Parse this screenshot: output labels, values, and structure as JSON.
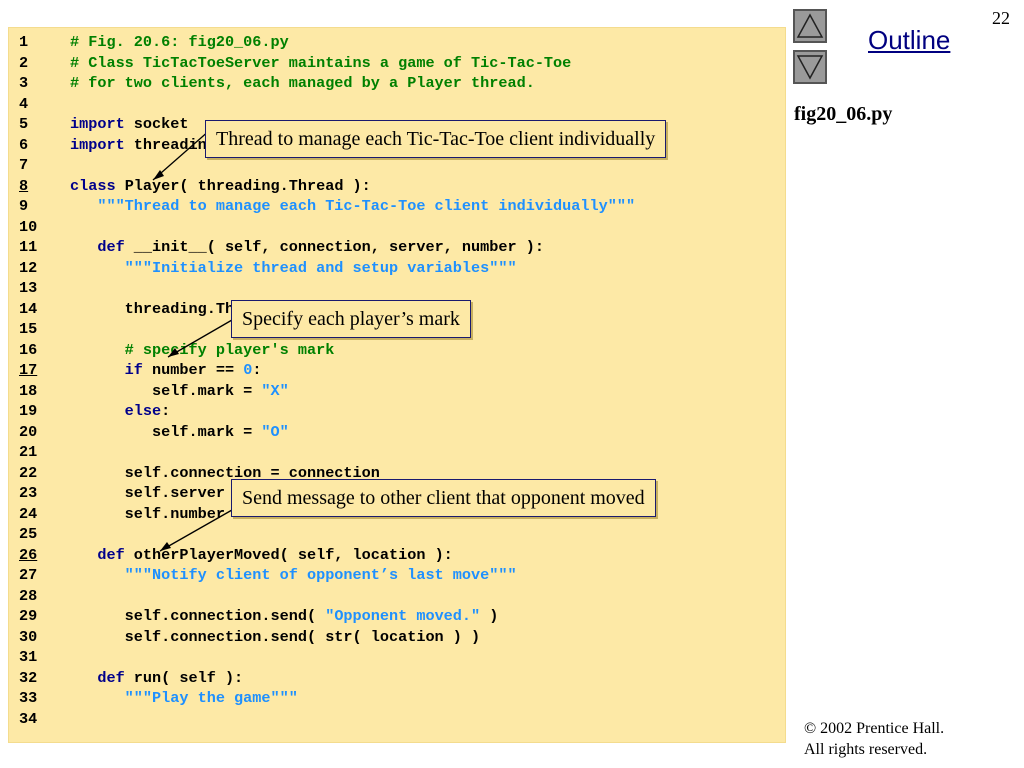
{
  "slide": {
    "page_number": "22",
    "outline_label": "Outline",
    "file_name": "fig20_06.py",
    "copyright_line1": "© 2002 Prentice Hall.",
    "copyright_line2": "All rights reserved.",
    "nav_up_icon": "triangle-up-icon",
    "nav_down_icon": "triangle-down-icon"
  },
  "code_lines": [
    {
      "num": "1",
      "segs": [
        [
          "cm",
          "# Fig. 20.6: fig20_06.py"
        ]
      ]
    },
    {
      "num": "2",
      "segs": [
        [
          "cm",
          "# Class TicTacToeServer maintains a game of Tic-Tac-Toe"
        ]
      ]
    },
    {
      "num": "3",
      "segs": [
        [
          "cm",
          "# for two clients, each managed by a Player thread."
        ]
      ]
    },
    {
      "num": "4",
      "segs": []
    },
    {
      "num": "5",
      "segs": [
        [
          "kw",
          "import"
        ],
        [
          "n",
          " socket"
        ]
      ]
    },
    {
      "num": "6",
      "segs": [
        [
          "kw",
          "import"
        ],
        [
          "n",
          " threading"
        ]
      ]
    },
    {
      "num": "7",
      "segs": []
    },
    {
      "num": "8",
      "u": true,
      "segs": [
        [
          "kw",
          "class"
        ],
        [
          "n",
          " Player( threading.Thread ):"
        ]
      ]
    },
    {
      "num": "9",
      "segs": [
        [
          "str",
          "   \"\"\"Thread to manage each Tic-Tac-Toe client individually\"\"\""
        ]
      ]
    },
    {
      "num": "10",
      "segs": []
    },
    {
      "num": "11",
      "segs": [
        [
          "kw",
          "   def"
        ],
        [
          "n",
          " __init__( self, connection, server, number ):"
        ]
      ]
    },
    {
      "num": "12",
      "segs": [
        [
          "str",
          "      \"\"\"Initialize thread and setup variables\"\"\""
        ]
      ]
    },
    {
      "num": "13",
      "segs": []
    },
    {
      "num": "14",
      "segs": [
        [
          "n",
          "      threading.Thread.__init__( self )"
        ]
      ]
    },
    {
      "num": "15",
      "segs": []
    },
    {
      "num": "16",
      "segs": [
        [
          "cm",
          "      # specify player's mark"
        ]
      ]
    },
    {
      "num": "17",
      "u": true,
      "segs": [
        [
          "kw",
          "      if"
        ],
        [
          "n",
          " number == "
        ],
        [
          "num",
          "0"
        ],
        [
          "n",
          ":"
        ]
      ]
    },
    {
      "num": "18",
      "segs": [
        [
          "n",
          "         self.mark = "
        ],
        [
          "str",
          "\"X\""
        ]
      ]
    },
    {
      "num": "19",
      "segs": [
        [
          "kw",
          "      else"
        ],
        [
          "n",
          ":"
        ]
      ]
    },
    {
      "num": "20",
      "segs": [
        [
          "n",
          "         self.mark = "
        ],
        [
          "str",
          "\"O\""
        ]
      ]
    },
    {
      "num": "21",
      "segs": []
    },
    {
      "num": "22",
      "segs": [
        [
          "n",
          "      self.connection = connection"
        ]
      ]
    },
    {
      "num": "23",
      "segs": [
        [
          "n",
          "      self.server = server"
        ]
      ]
    },
    {
      "num": "24",
      "segs": [
        [
          "n",
          "      self.number = number"
        ]
      ]
    },
    {
      "num": "25",
      "segs": []
    },
    {
      "num": "26",
      "u": true,
      "segs": [
        [
          "kw",
          "   def"
        ],
        [
          "n",
          " otherPlayerMoved( self, location ):"
        ]
      ]
    },
    {
      "num": "27",
      "segs": [
        [
          "str",
          "      \"\"\"Notify client of opponent’s last move\"\"\""
        ]
      ]
    },
    {
      "num": "28",
      "segs": []
    },
    {
      "num": "29",
      "segs": [
        [
          "n",
          "      self.connection.send( "
        ],
        [
          "str",
          "\"Opponent moved.\""
        ],
        [
          "n",
          " )"
        ]
      ]
    },
    {
      "num": "30",
      "segs": [
        [
          "n",
          "      self.connection.send( str( location ) )"
        ]
      ]
    },
    {
      "num": "31",
      "segs": []
    },
    {
      "num": "32",
      "segs": [
        [
          "kw",
          "   def"
        ],
        [
          "n",
          " run( self ):"
        ]
      ]
    },
    {
      "num": "33",
      "segs": [
        [
          "str",
          "      \"\"\"Play the game\"\"\""
        ]
      ]
    },
    {
      "num": "34",
      "segs": []
    }
  ],
  "callouts": {
    "thread": "Thread to manage each Tic-Tac-Toe client individually",
    "mark": "Specify each player’s mark",
    "send": "Send message to other client that opponent moved"
  }
}
